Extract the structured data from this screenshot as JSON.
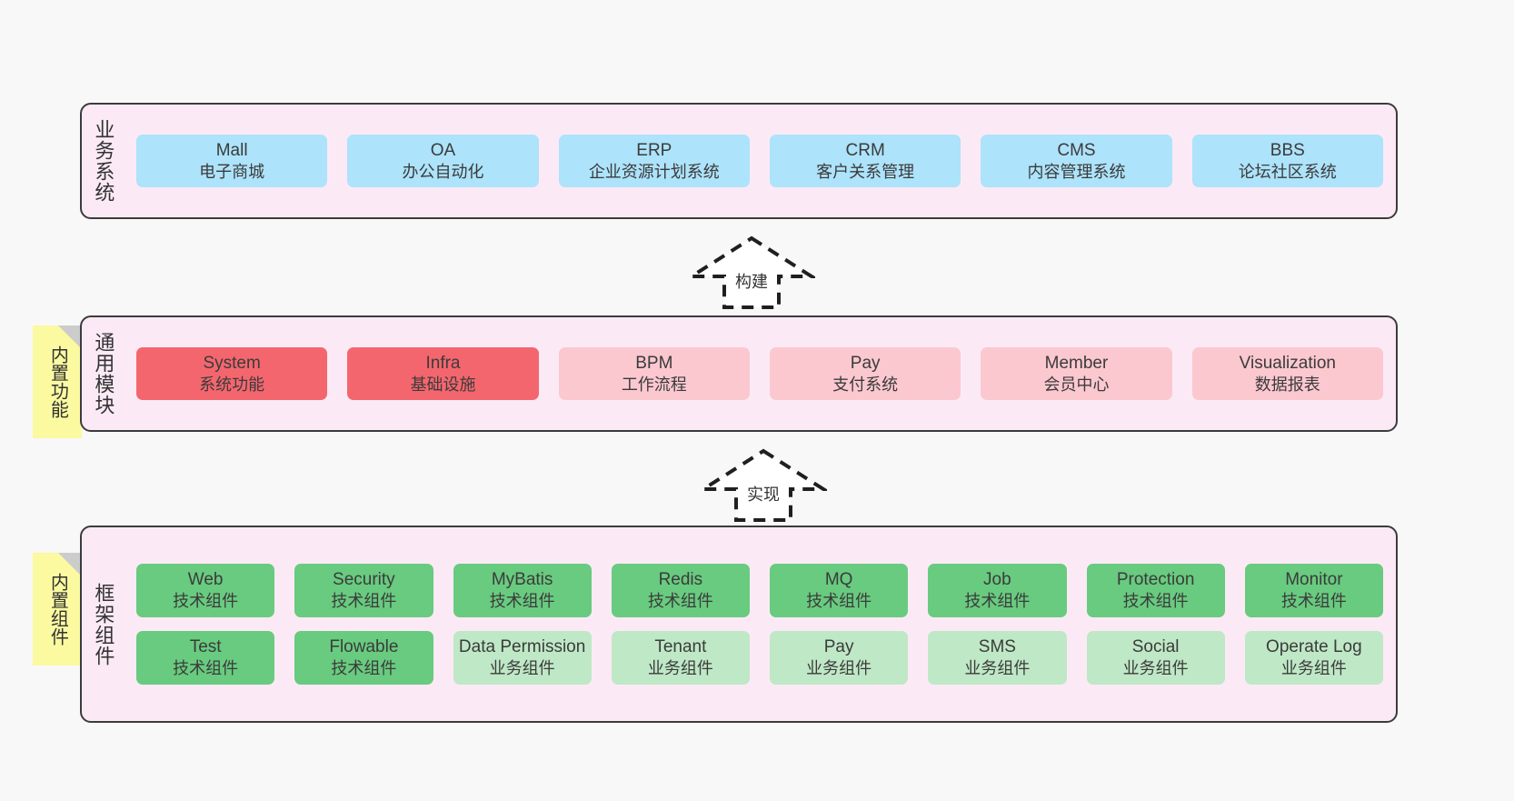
{
  "diagram": {
    "background": "#f8f8f8",
    "palette": {
      "panel_fill": "#fbeaf5",
      "panel_border": "#3b3b3b",
      "blue": "#ade3fb",
      "red": "#f4666e",
      "pink": "#fbc8d0",
      "green": "#68cb7f",
      "green_light": "#bfe8c6",
      "note_fill": "#fbfaa0",
      "note_fold": "#cccccc",
      "text": "#333333"
    }
  },
  "layers": [
    {
      "id": "business-systems",
      "title": "业务系统",
      "rows": [
        {
          "cards": [
            {
              "en": "Mall",
              "cn": "电子商城",
              "color": "blue"
            },
            {
              "en": "OA",
              "cn": "办公自动化",
              "color": "blue"
            },
            {
              "en": "ERP",
              "cn": "企业资源计划系统",
              "color": "blue"
            },
            {
              "en": "CRM",
              "cn": "客户关系管理",
              "color": "blue"
            },
            {
              "en": "CMS",
              "cn": "内容管理系统",
              "color": "blue"
            },
            {
              "en": "BBS",
              "cn": "论坛社区系统",
              "color": "blue"
            }
          ]
        }
      ]
    },
    {
      "id": "common-modules",
      "title": "通用模块",
      "note": "内置功能",
      "rows": [
        {
          "cards": [
            {
              "en": "System",
              "cn": "系统功能",
              "color": "red"
            },
            {
              "en": "Infra",
              "cn": "基础设施",
              "color": "red"
            },
            {
              "en": "BPM",
              "cn": "工作流程",
              "color": "pink"
            },
            {
              "en": "Pay",
              "cn": "支付系统",
              "color": "pink"
            },
            {
              "en": "Member",
              "cn": "会员中心",
              "color": "pink"
            },
            {
              "en": "Visualization",
              "cn": "数据报表",
              "color": "pink"
            }
          ]
        }
      ]
    },
    {
      "id": "framework-components",
      "title": "框架组件",
      "note": "内置组件",
      "rows": [
        {
          "cards": [
            {
              "en": "Web",
              "cn": "技术组件",
              "color": "green"
            },
            {
              "en": "Security",
              "cn": "技术组件",
              "color": "green"
            },
            {
              "en": "MyBatis",
              "cn": "技术组件",
              "color": "green"
            },
            {
              "en": "Redis",
              "cn": "技术组件",
              "color": "green"
            },
            {
              "en": "MQ",
              "cn": "技术组件",
              "color": "green"
            },
            {
              "en": "Job",
              "cn": "技术组件",
              "color": "green"
            },
            {
              "en": "Protection",
              "cn": "技术组件",
              "color": "green"
            },
            {
              "en": "Monitor",
              "cn": "技术组件",
              "color": "green"
            }
          ]
        },
        {
          "cards": [
            {
              "en": "Test",
              "cn": "技术组件",
              "color": "green"
            },
            {
              "en": "Flowable",
              "cn": "技术组件",
              "color": "green"
            },
            {
              "en": "Data Permission",
              "cn": "业务组件",
              "color": "green_light"
            },
            {
              "en": "Tenant",
              "cn": "业务组件",
              "color": "green_light"
            },
            {
              "en": "Pay",
              "cn": "业务组件",
              "color": "green_light"
            },
            {
              "en": "SMS",
              "cn": "业务组件",
              "color": "green_light"
            },
            {
              "en": "Social",
              "cn": "业务组件",
              "color": "green_light"
            },
            {
              "en": "Operate Log",
              "cn": "业务组件",
              "color": "green_light"
            }
          ]
        }
      ]
    }
  ],
  "arrows": [
    {
      "id": "build",
      "label": "构建"
    },
    {
      "id": "implement",
      "label": "实现"
    }
  ]
}
